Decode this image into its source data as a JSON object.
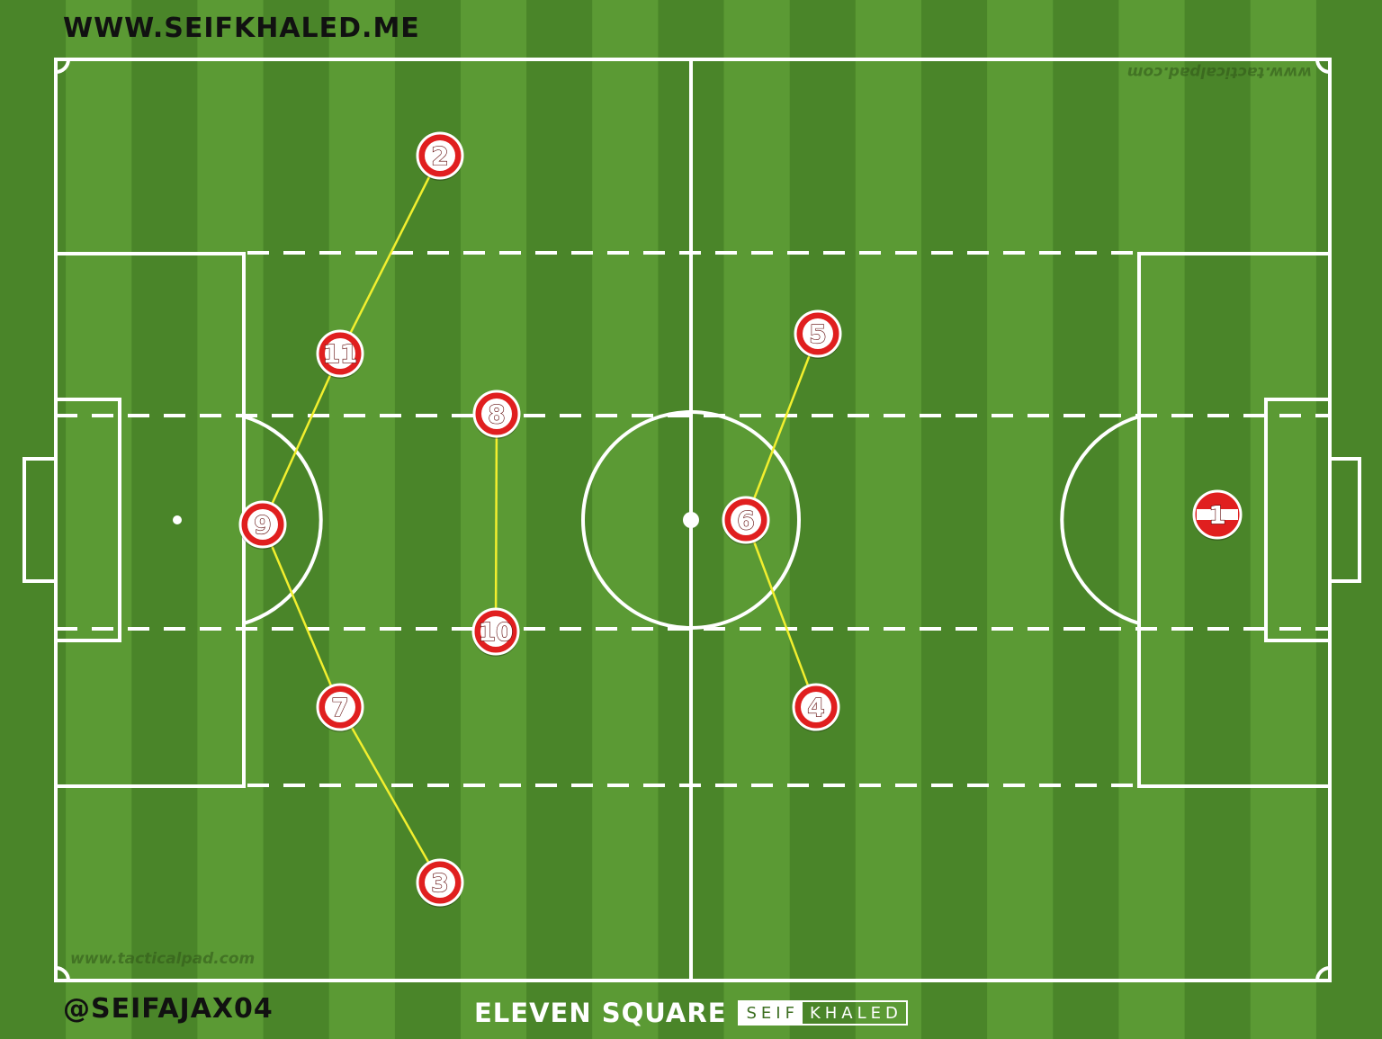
{
  "header": {
    "site": "WWW.SEIFKHALED.ME"
  },
  "footer": {
    "handle": "@SEIFAJAX04",
    "brand_main": "ELEVEN SQUARE",
    "brand_box_a": "SEIF",
    "brand_box_b": "KHALED"
  },
  "pitch": {
    "watermark_bottom": "www.tacticalpad.com",
    "watermark_top": "www.tacticalpad.com",
    "grass_light": "#5b9a34",
    "grass_dark": "#4a8529",
    "line_color": "#ffffff",
    "link_color": "#f2ef2e",
    "player_color": "#e01f1f"
  },
  "players": [
    {
      "number": "1"
    },
    {
      "number": "2"
    },
    {
      "number": "3"
    },
    {
      "number": "4"
    },
    {
      "number": "5"
    },
    {
      "number": "6"
    },
    {
      "number": "7"
    },
    {
      "number": "8"
    },
    {
      "number": "9"
    },
    {
      "number": "10"
    },
    {
      "number": "11"
    }
  ],
  "links": [
    {
      "from": "2",
      "to": "11"
    },
    {
      "from": "11",
      "to": "9"
    },
    {
      "from": "9",
      "to": "7"
    },
    {
      "from": "7",
      "to": "3"
    },
    {
      "from": "8",
      "to": "10"
    },
    {
      "from": "5",
      "to": "6"
    },
    {
      "from": "6",
      "to": "4"
    }
  ]
}
